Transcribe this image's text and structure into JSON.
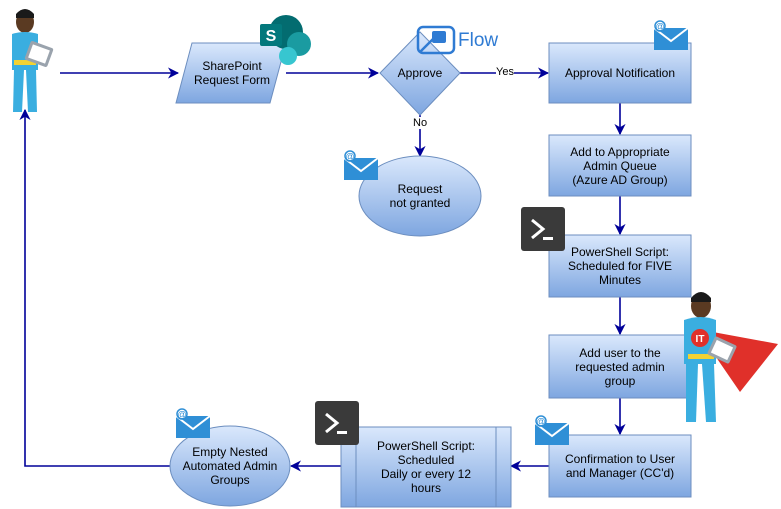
{
  "nodes": {
    "sharepoint_form": "SharePoint\nRequest Form",
    "approve": "Approve",
    "approval_notification": "Approval Notification",
    "request_not_granted": "Request\nnot granted",
    "add_to_queue": "Add to Appropriate\nAdmin Queue\n(Azure AD Group)",
    "powershell_five": "PowerShell Script:\nScheduled for FIVE\nMinutes",
    "add_user_group": "Add user to the\nrequested admin\ngroup",
    "confirmation": "Confirmation to User\nand Manager (CC'd)",
    "powershell_daily": "PowerShell Script:\nScheduled\nDaily or every 12\nhours",
    "empty_nested": "Empty Nested\nAutomated Admin\nGroups"
  },
  "edges": {
    "yes": "Yes",
    "no": "No"
  },
  "logos": {
    "flow": "Flow",
    "sharepoint_letter": "S",
    "it_badge": "IT"
  },
  "colors": {
    "node_fill_top": "#dae8fc",
    "node_fill_bottom": "#7ea6e0",
    "node_stroke": "#6c8ebf",
    "arrow": "#000099",
    "email_icon": "#2f8fd6",
    "powershell_bg": "#3a3a3a",
    "sharepoint_teal": "#038387",
    "flow_blue": "#2f7bd3",
    "cape_red": "#e0302a"
  }
}
